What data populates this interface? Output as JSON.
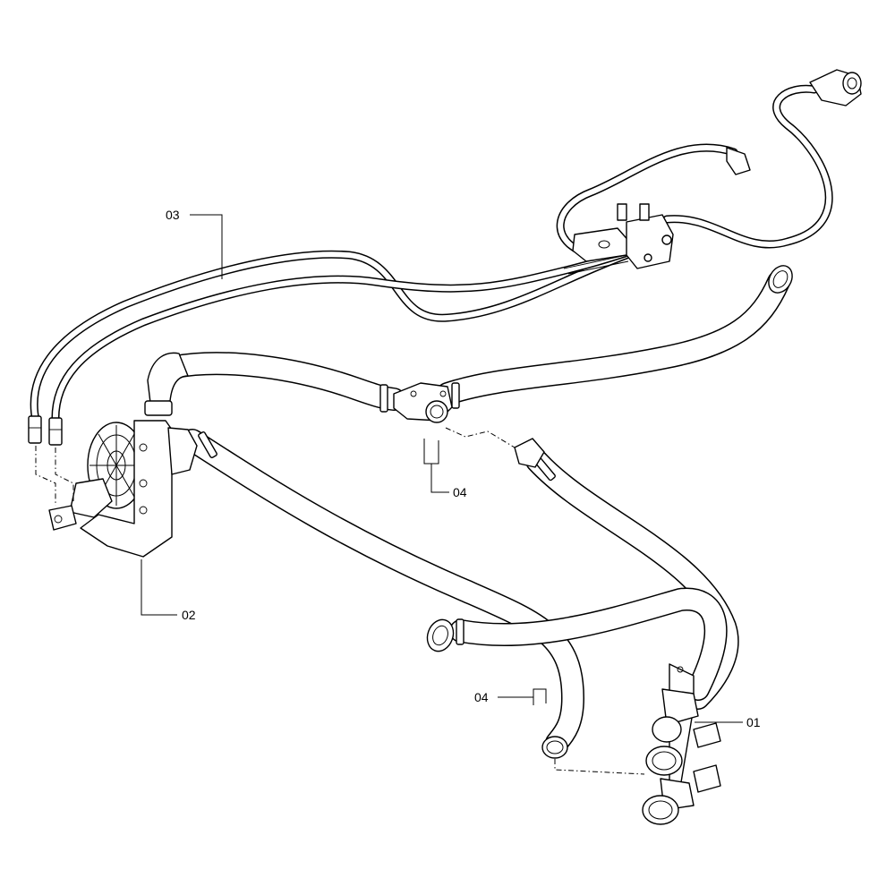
{
  "callouts": {
    "hydraulic_hoses": "03",
    "pump_assembly": "02",
    "clip_upper": "04",
    "clip_lower": "04",
    "valve_assembly": "01"
  }
}
